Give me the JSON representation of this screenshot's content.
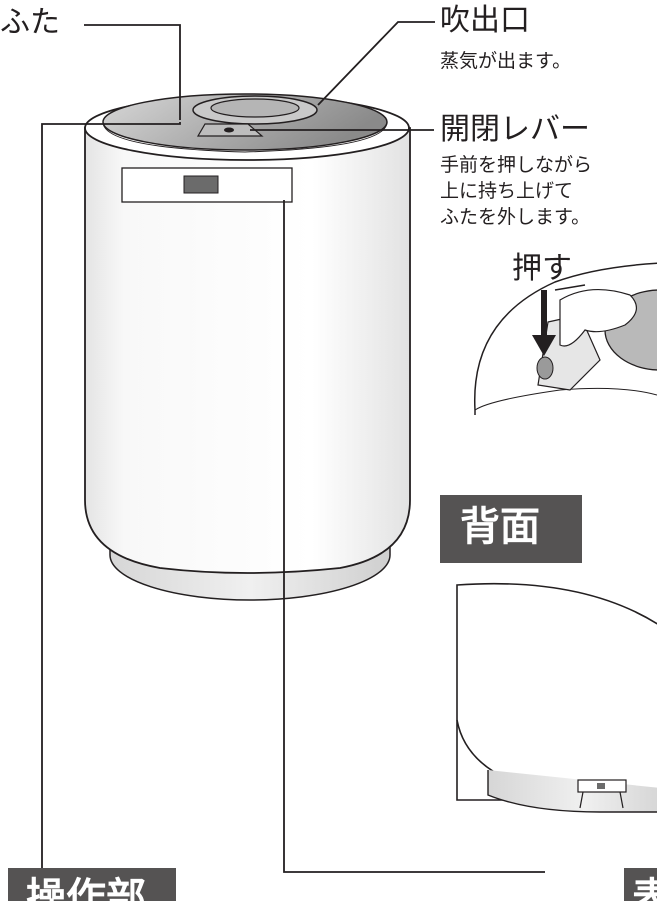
{
  "labels": {
    "lid": "ふた",
    "outlet": "吹出口",
    "outlet_desc": "蒸気が出ます。",
    "lever": "開閉レバー",
    "lever_desc_1": "手前を押しながら",
    "lever_desc_2": "上に持ち上げて",
    "lever_desc_3": "ふたを外します。",
    "push": "押す"
  },
  "tags": {
    "back": "背面",
    "control_panel": "操作部",
    "cut_off": "表"
  },
  "colors": {
    "line": "#231f20",
    "tag_bg": "#555353",
    "lid_gray": "#9a9a9a"
  }
}
